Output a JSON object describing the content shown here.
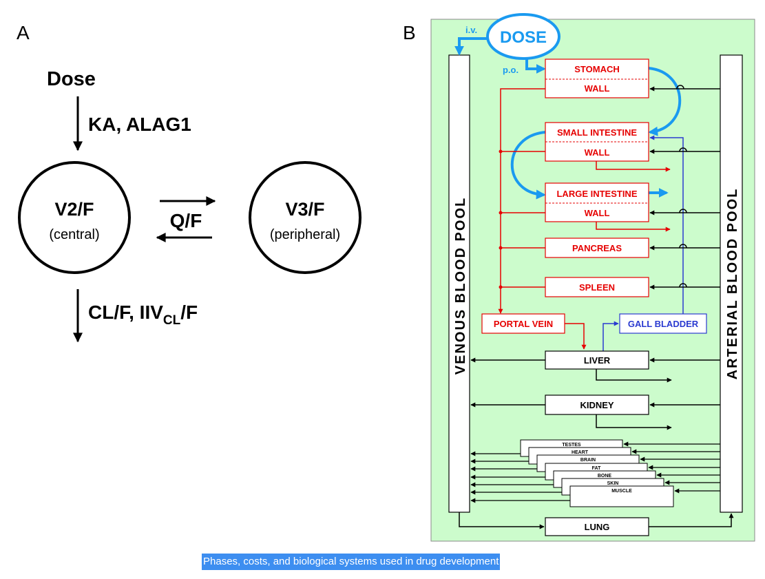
{
  "panel_a": {
    "label": "A",
    "dose": "Dose",
    "absorption": "KA, ALAG1",
    "central": {
      "name": "V2/F",
      "sub": "(central)"
    },
    "peripheral": {
      "name": "V3/F",
      "sub": "(peripheral)"
    },
    "intercompartmental": "Q/F",
    "elimination": {
      "main": "CL/F, IIV",
      "subscript": "CL",
      "suffix": "/F"
    }
  },
  "panel_b": {
    "label": "B",
    "dose": "DOSE",
    "route_iv": "i.v.",
    "route_po": "p.o.",
    "venous_pool": "VENOUS BLOOD POOL",
    "arterial_pool": "ARTERIAL BLOOD POOL",
    "stomach": "STOMACH",
    "stomach_wall": "WALL",
    "small_intestine": "SMALL INTESTINE",
    "small_intestine_wall": "WALL",
    "large_intestine": "LARGE INTESTINE",
    "large_intestine_wall": "WALL",
    "pancreas": "PANCREAS",
    "spleen": "SPLEEN",
    "portal_vein": "PORTAL VEIN",
    "gall_bladder": "GALL BLADDER",
    "liver": "LIVER",
    "kidney": "KIDNEY",
    "tissues": [
      "TESTES",
      "HEART",
      "BRAIN",
      "FAT",
      "BONE",
      "SKIN",
      "MUSCLE"
    ],
    "lung": "LUNG",
    "colors": {
      "background": "#ccfccc",
      "dose_blue": "#1a9af0",
      "gi_red": "#e60000",
      "bile_blue": "#2a3ad0"
    }
  },
  "caption": "Phases, costs, and biological systems used in drug development"
}
